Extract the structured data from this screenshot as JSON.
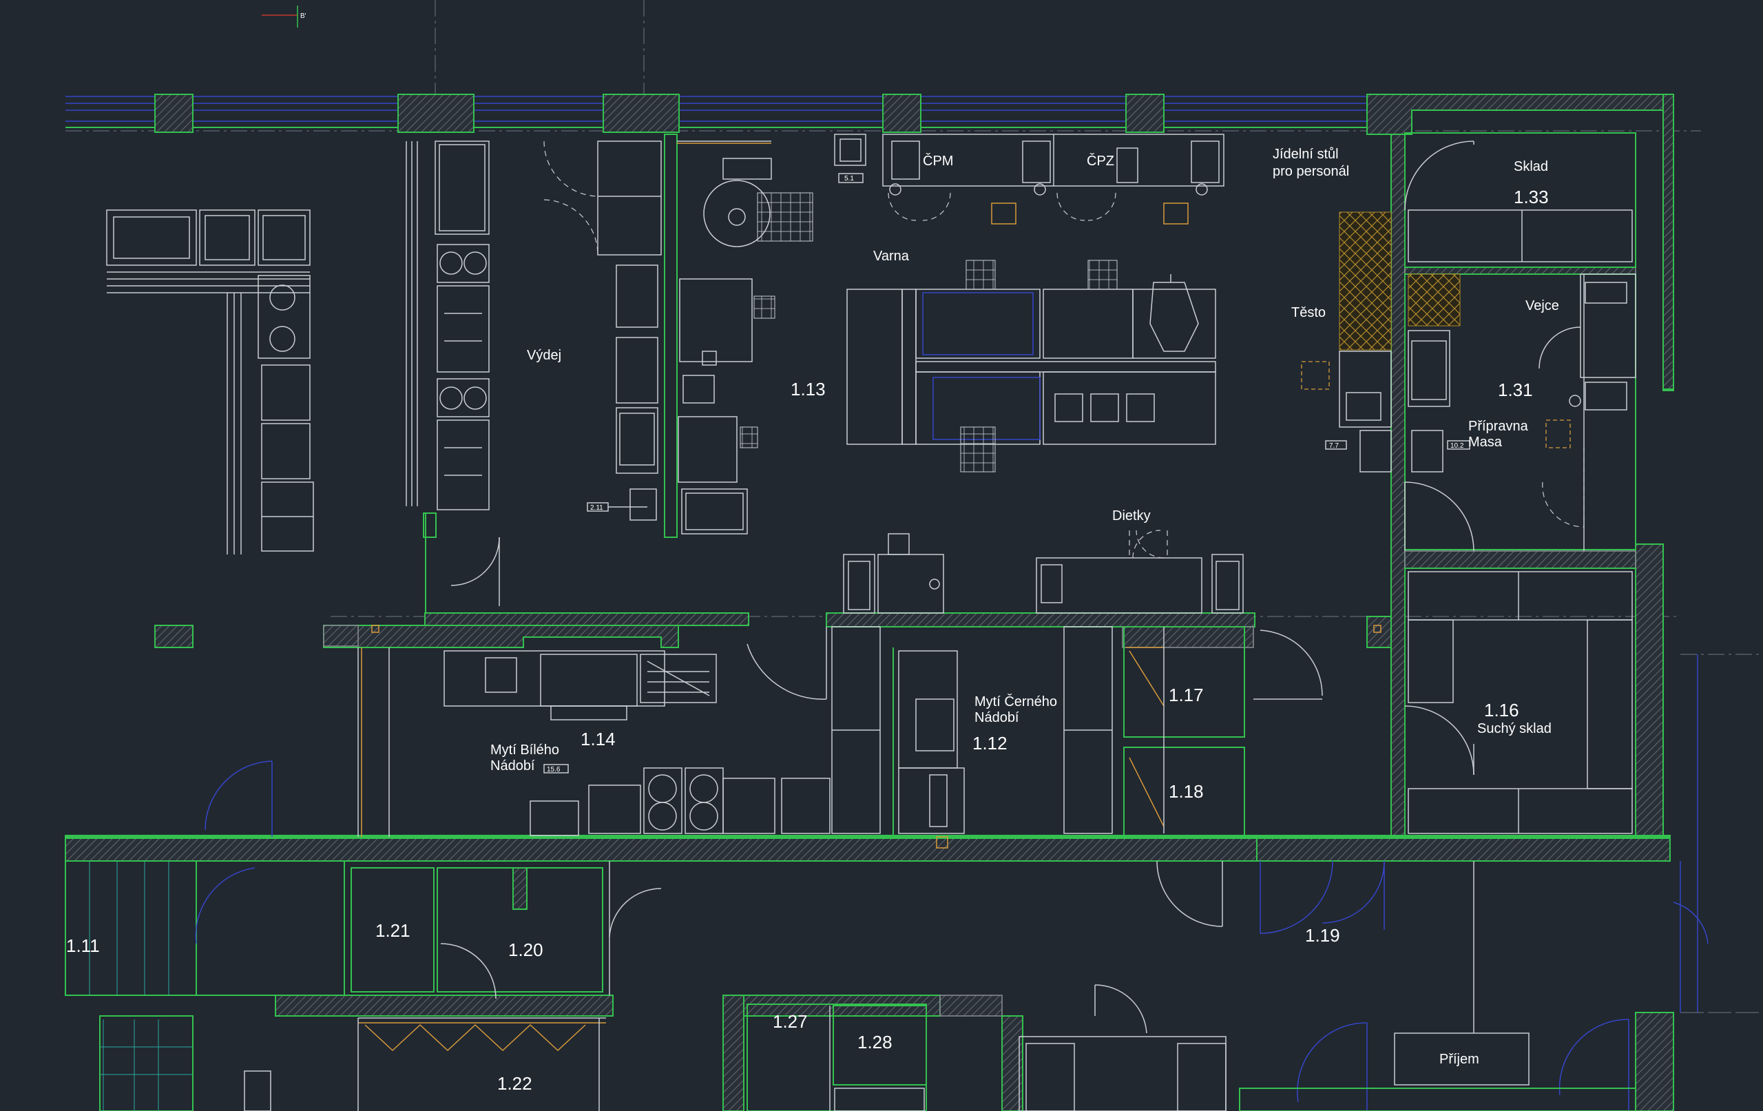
{
  "drawing": {
    "rooms": {
      "r113": {
        "number": "1.13",
        "name": "Výdej"
      },
      "varna": {
        "name": "Varna"
      },
      "dietky": {
        "name": "Dietky"
      },
      "cpm": {
        "name": "ČPM"
      },
      "cpz": {
        "name": "ČPZ"
      },
      "dining_line1": "Jídelní stůl",
      "dining_line2": "pro personál",
      "testo": {
        "name": "Těsto"
      },
      "r133": {
        "number": "1.33",
        "name": "Sklad"
      },
      "r131": {
        "number": "1.31",
        "name": "Vejce"
      },
      "priprav_line1": "Přípravna",
      "priprav_line2": "Masa",
      "r116": {
        "number": "1.16",
        "name": "Suchý sklad"
      },
      "r114": {
        "number": "1.14",
        "name_line1": "Mytí Bílého",
        "name_line2": "Nádobí"
      },
      "r112": {
        "number": "1.12",
        "name_line1": "Mytí Černého",
        "name_line2": "Nádobí"
      },
      "r117": {
        "number": "1.17"
      },
      "r118": {
        "number": "1.18"
      },
      "r111": {
        "number": "1.11"
      },
      "r121": {
        "number": "1.21"
      },
      "r120": {
        "number": "1.20"
      },
      "r119": {
        "number": "1.19"
      },
      "r122": {
        "number": "1.22"
      },
      "r127": {
        "number": "1.27"
      },
      "r128": {
        "number": "1.28"
      },
      "prijem": {
        "name": "Příjem"
      }
    },
    "equipment_tags": {
      "t51": "5.1",
      "t211": "2.11",
      "t77": "7.7",
      "t102": "10.2",
      "t156": "15.6"
    },
    "section_marker": "B'",
    "colors": {
      "background": "#212830",
      "linework": "#c9ced4",
      "walls": "#34c24f",
      "blue_lines": "#3646c8",
      "orange": "#d89a3a"
    }
  }
}
